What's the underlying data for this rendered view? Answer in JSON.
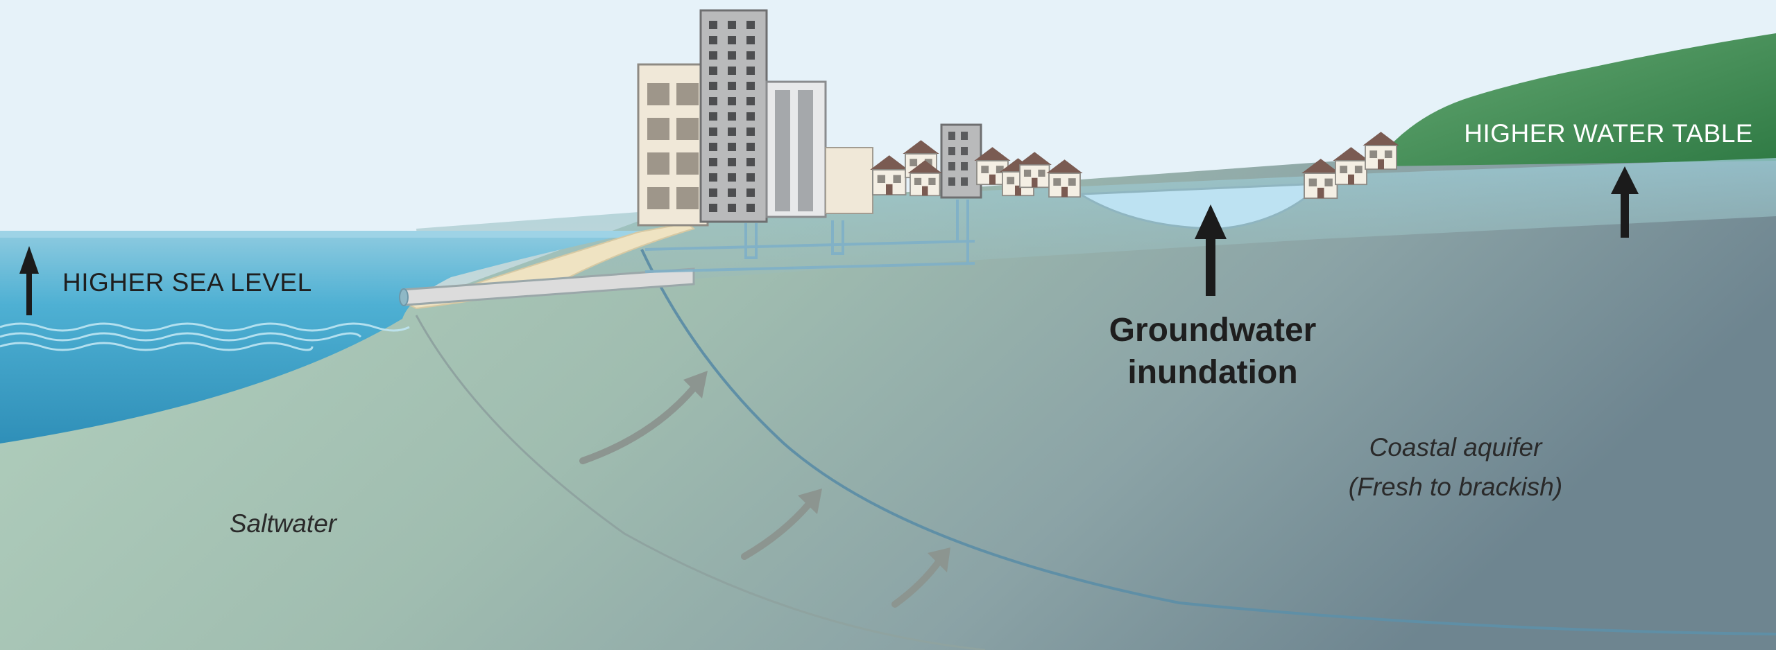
{
  "labels": {
    "higher_sea_level": "HIGHER SEA LEVEL",
    "higher_water_table": "HIGHER WATER TABLE",
    "groundwater_line1": "Groundwater",
    "groundwater_line2": "inundation",
    "aquifer_line1": "Coastal aquifer",
    "aquifer_line2": "(Fresh to brackish)",
    "saltwater": "Saltwater"
  },
  "colors": {
    "sky": "#e6f2f9",
    "sea": "#45a9cc",
    "saltwater_ground": "#a9c8b4",
    "aquifer": "#8fa9ab",
    "hill": "#3d8a50",
    "flood_water": "#b9dff0",
    "arrow_dark": "#1b1b1b",
    "arrow_grey": "#8c9590"
  }
}
